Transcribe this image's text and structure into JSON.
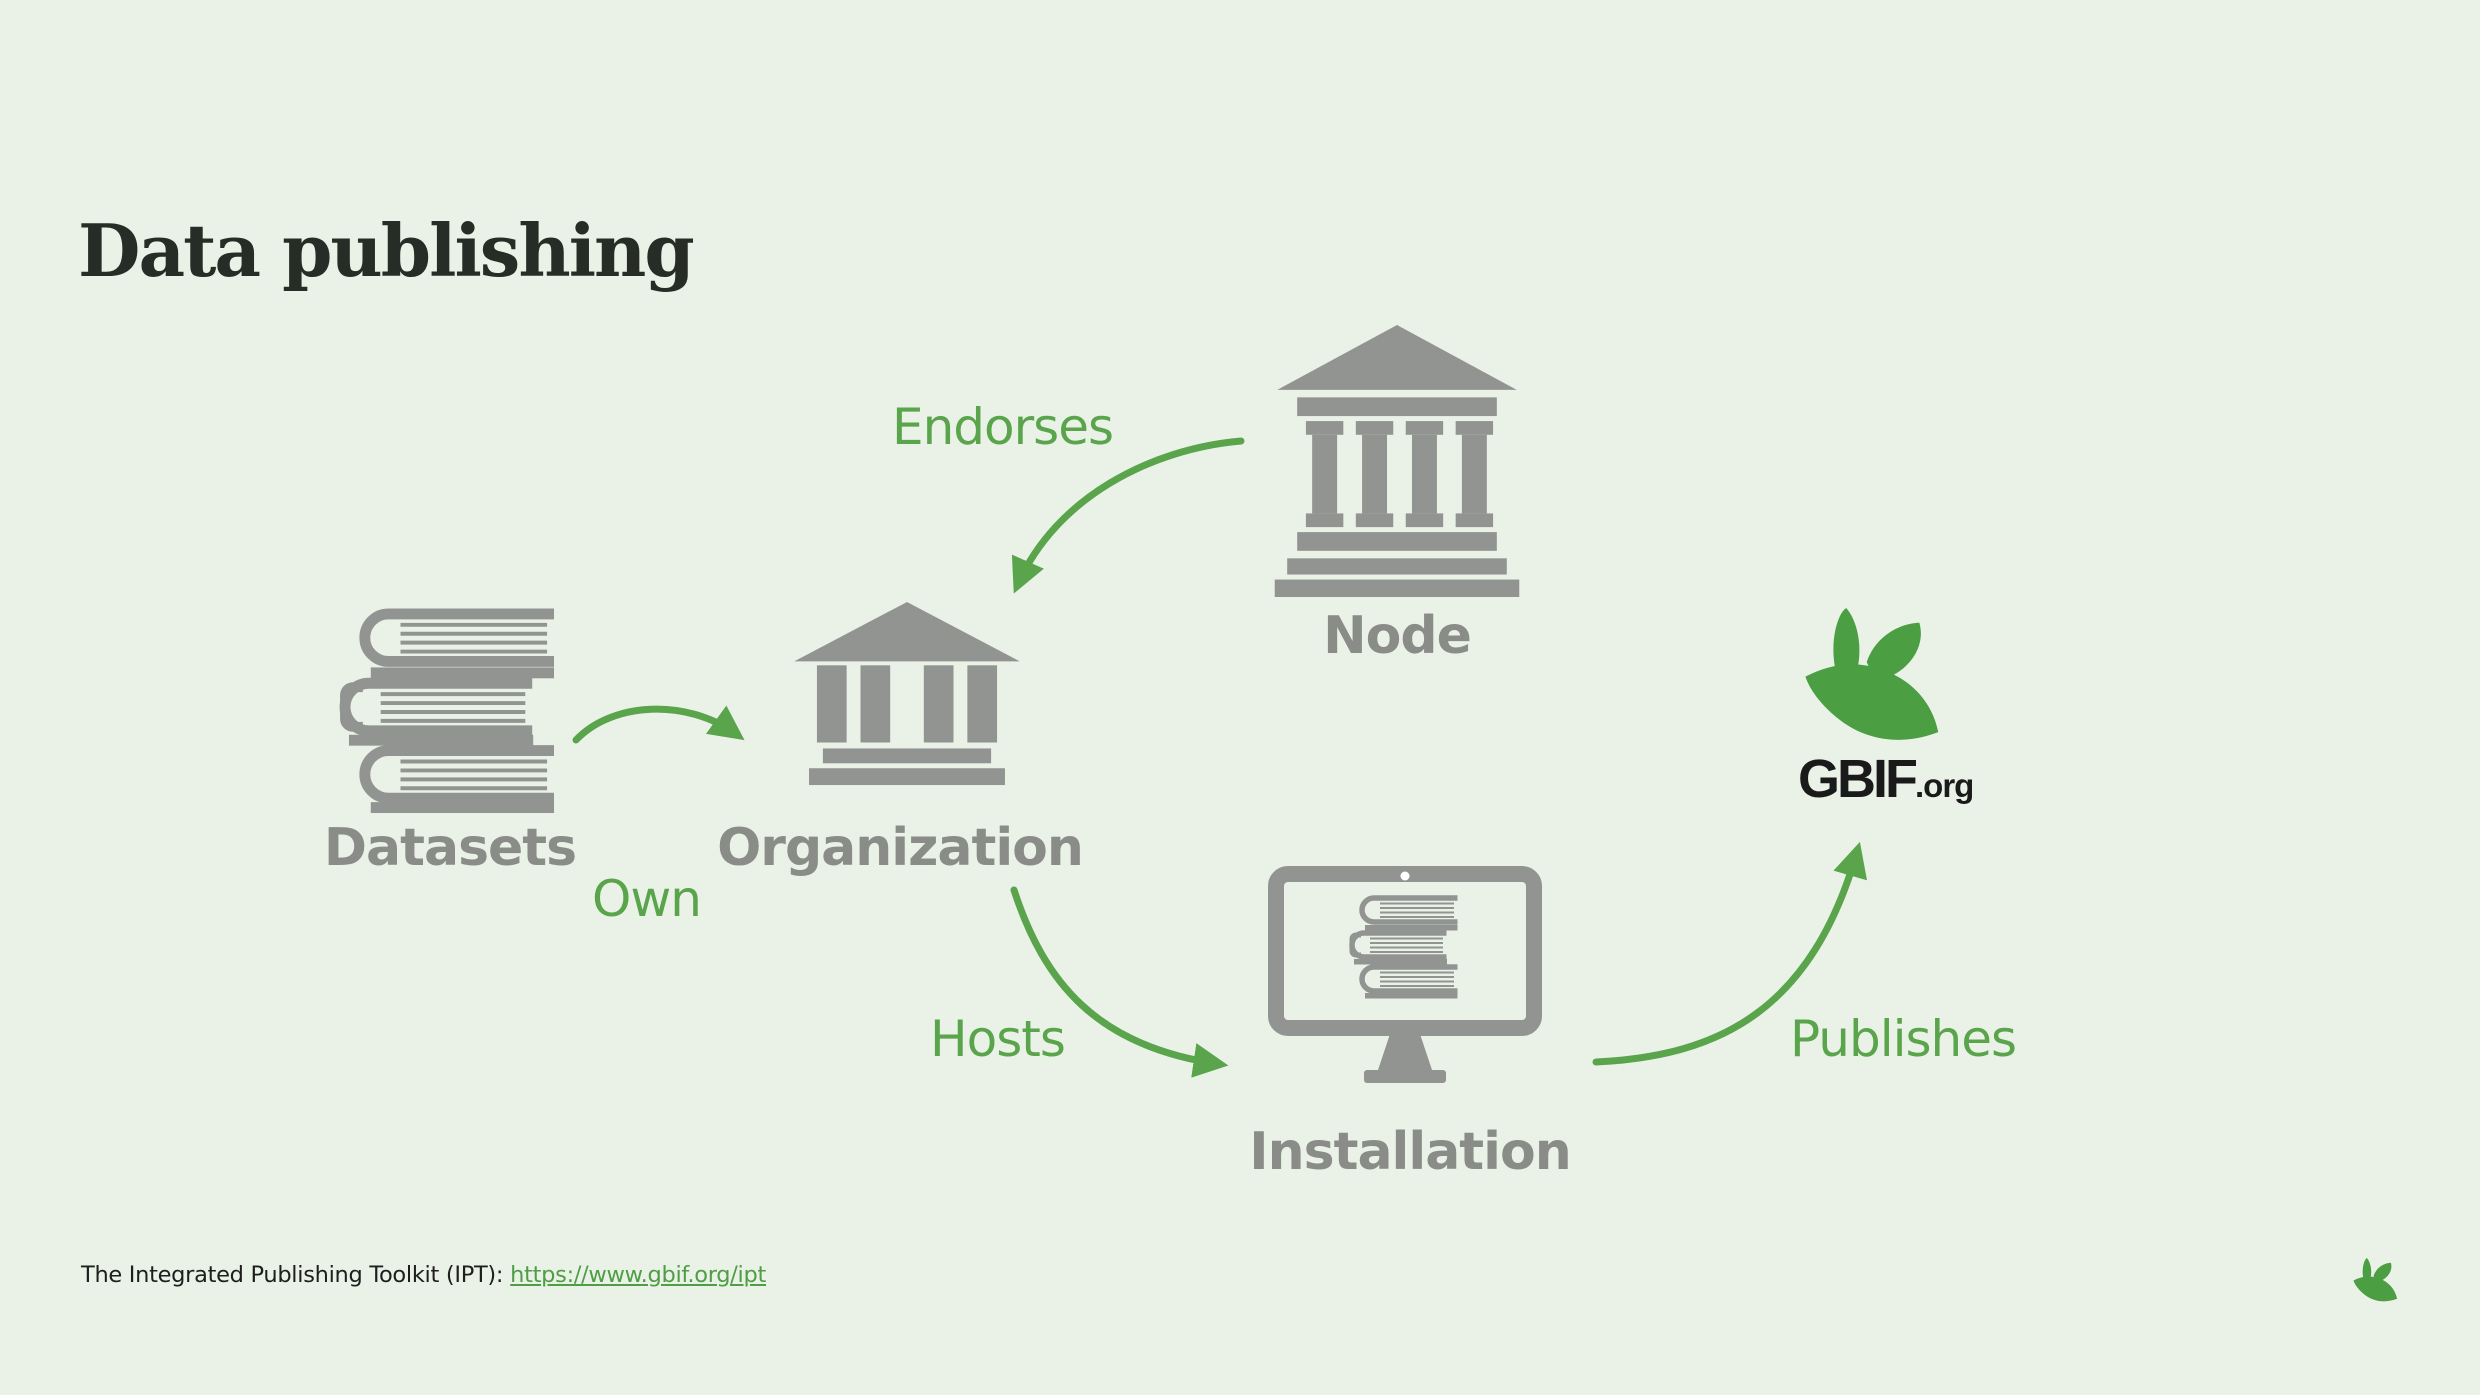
{
  "slide": {
    "title": "Data publishing",
    "footer_prefix": "The Integrated Publishing Toolkit (IPT):",
    "footer_link": "https://www.gbif.org/ipt"
  },
  "logo": {
    "brand": "GBIF",
    "suffix": ".org"
  },
  "nodes": [
    {
      "id": "datasets",
      "label": "Datasets",
      "icon": "books-icon"
    },
    {
      "id": "organization",
      "label": "Organization",
      "icon": "bank-icon"
    },
    {
      "id": "node",
      "label": "Node",
      "icon": "bank-icon"
    },
    {
      "id": "installation",
      "label": "Installation",
      "icon": "monitor-books-icon"
    },
    {
      "id": "gbif",
      "label": "GBIF.org",
      "icon": "gbif-leaf-icon"
    }
  ],
  "edges": [
    {
      "id": "own",
      "label": "Own",
      "from": "datasets",
      "to": "organization"
    },
    {
      "id": "endorses",
      "label": "Endorses",
      "from": "node",
      "to": "organization"
    },
    {
      "id": "hosts",
      "label": "Hosts",
      "from": "organization",
      "to": "installation"
    },
    {
      "id": "publishes",
      "label": "Publishes",
      "from": "installation",
      "to": "gbif"
    }
  ],
  "colors": {
    "background": "#eaf2e8",
    "accent_green": "#5aa44c",
    "logo_green": "#4c9e42",
    "icon_gray": "#929492",
    "label_gray": "#8a8c88",
    "title_text": "#272d26",
    "footer_text": "#1e1e1e"
  }
}
